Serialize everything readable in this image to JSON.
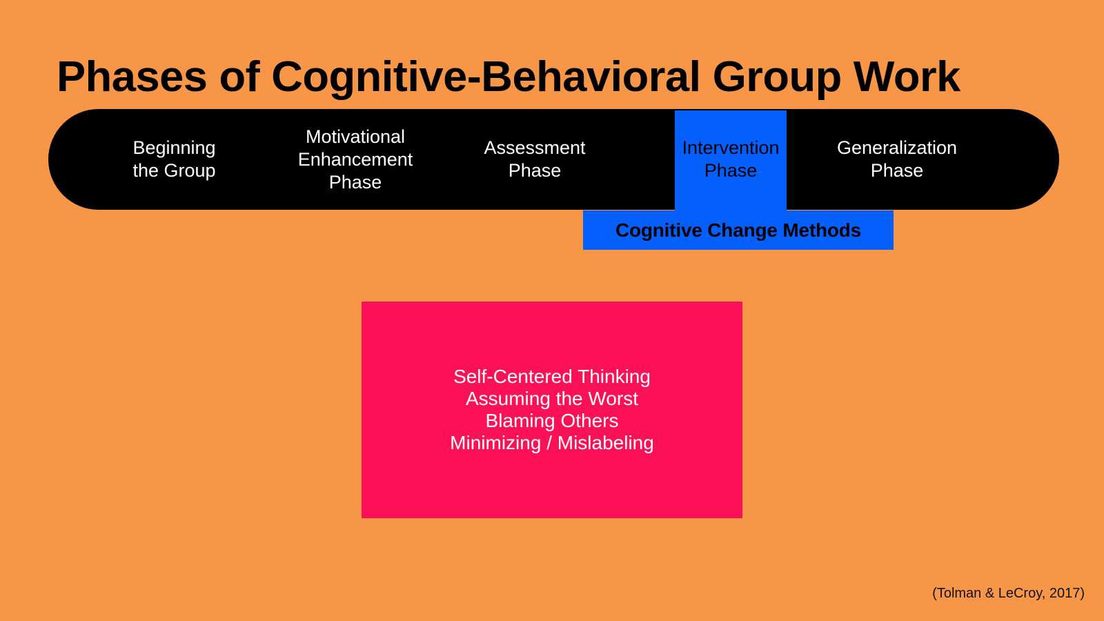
{
  "slide": {
    "title": "Phases of Cognitive-Behavioral Group Work",
    "background_color": "#F89647",
    "citation": "(Tolman & LeCroy, 2017)"
  },
  "colors": {
    "background": "#F89647",
    "bar": "#000000",
    "highlight": "#0560FB",
    "distortions": "#FC1158",
    "bar_text": "#FFFFFF",
    "highlight_text": "#000000",
    "distortions_text": "#FFFFFF"
  },
  "phase_bar": {
    "phases": [
      {
        "label": "Beginning\nthe Group",
        "highlighted": false
      },
      {
        "label": "Motivational\nEnhancement\nPhase",
        "highlighted": false
      },
      {
        "label": "Assessment\nPhase",
        "highlighted": false
      },
      {
        "label": "Intervention\nPhase",
        "highlighted": true
      },
      {
        "label": "Generalization\nPhase",
        "highlighted": false
      }
    ]
  },
  "callout": {
    "label": "Cognitive Change Methods"
  },
  "distortions": {
    "items": [
      "Self-Centered Thinking",
      "Assuming the Worst",
      "Blaming Others",
      "Minimizing / Mislabeling"
    ],
    "text": "Self-Centered Thinking\nAssuming the Worst\nBlaming Others\nMinimizing / Mislabeling"
  }
}
